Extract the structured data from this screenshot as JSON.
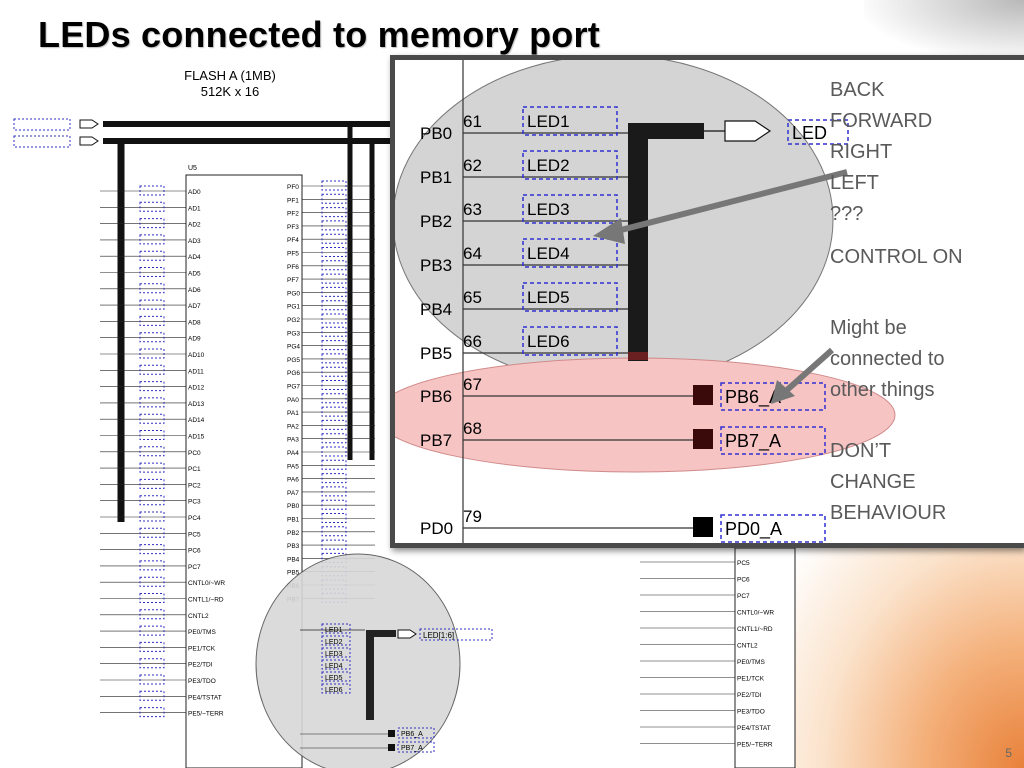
{
  "slide": {
    "title": "LEDs connected to memory port",
    "page_number": "5",
    "accent_color": "#e8813a"
  },
  "chip": {
    "name": "FLASH A (1MB)",
    "organization": "512K x 16",
    "ref": "U5",
    "left_pins": [
      "AD0",
      "AD1",
      "AD2",
      "AD3",
      "AD4",
      "AD5",
      "AD6",
      "AD7",
      "AD8",
      "AD9",
      "AD10",
      "AD11",
      "AD12",
      "AD13",
      "AD14",
      "AD15",
      "PC0",
      "PC1",
      "PC2",
      "PC3",
      "PC4",
      "PC5",
      "PC6",
      "PC7",
      "CNTL0/~WR",
      "CNTL1/~RD",
      "CNTL2",
      "PE0/TMS",
      "PE1/TCK",
      "PE2/TDI",
      "PE3/TDO",
      "PE4/TSTAT",
      "PE5/~TERR"
    ],
    "right_pins": [
      "PF0",
      "PF1",
      "PF2",
      "PF3",
      "PF4",
      "PF5",
      "PF6",
      "PF7",
      "PG0",
      "PG1",
      "PG2",
      "PG3",
      "PG4",
      "PG5",
      "PG6",
      "PG7",
      "PA0",
      "PA1",
      "PA2",
      "PA3",
      "PA4",
      "PA5",
      "PA6",
      "PA7",
      "PB0",
      "PB1",
      "PB2",
      "PB3",
      "PB4",
      "PB5",
      "PB6",
      "PB7"
    ]
  },
  "zoom": {
    "rows": [
      {
        "pin": "PB0",
        "num": "61",
        "net": "LED1"
      },
      {
        "pin": "PB1",
        "num": "62",
        "net": "LED2"
      },
      {
        "pin": "PB2",
        "num": "63",
        "net": "LED3"
      },
      {
        "pin": "PB3",
        "num": "64",
        "net": "LED4"
      },
      {
        "pin": "PB4",
        "num": "65",
        "net": "LED5"
      },
      {
        "pin": "PB5",
        "num": "66",
        "net": "LED6"
      },
      {
        "pin": "PB6",
        "num": "67",
        "net": "PB6_A"
      },
      {
        "pin": "PB7",
        "num": "68",
        "net": "PB7_A"
      },
      {
        "pin": "PD0",
        "num": "79",
        "net": "PD0_A"
      }
    ],
    "bus_output_label": "LED"
  },
  "mini_zoom": {
    "nets": [
      "LED1",
      "LED2",
      "LED3",
      "LED4",
      "LED5",
      "LED6"
    ],
    "bus_label": "LED[1:6]",
    "extra_nets": [
      "PB6_A",
      "PB7_A"
    ]
  },
  "notes": {
    "group1": [
      "BACK",
      "FORWARD",
      "RIGHT",
      "LEFT",
      "???"
    ],
    "control": "CONTROL ON",
    "group2": [
      "Might be",
      "connected to",
      "other things"
    ],
    "group3": [
      "DON’T",
      "CHANGE",
      "BEHAVIOUR"
    ]
  }
}
